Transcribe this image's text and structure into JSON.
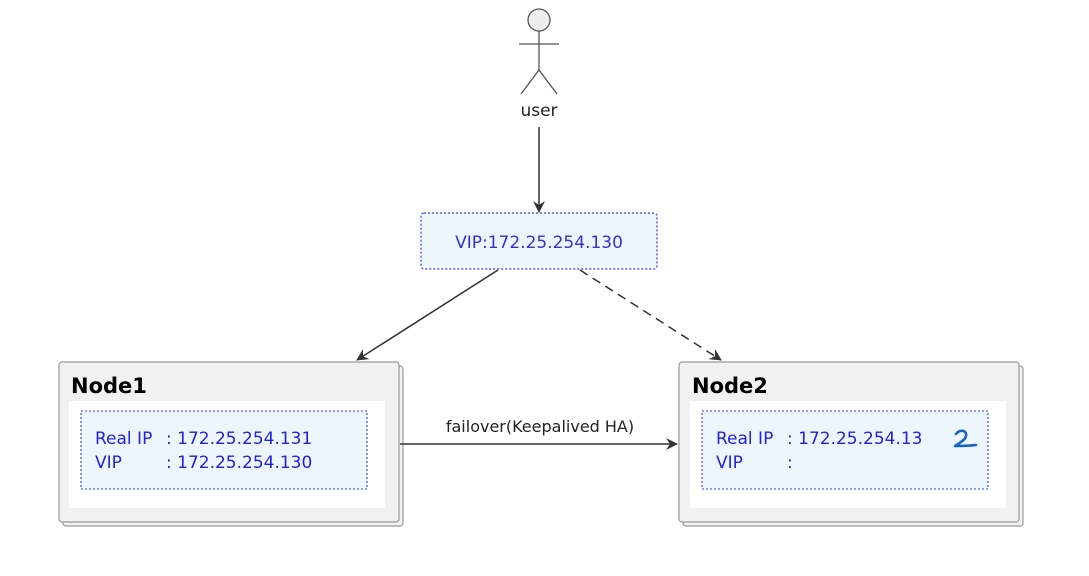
{
  "actor": {
    "label": "user"
  },
  "vip_box": {
    "label": "VIP:172.25.254.130"
  },
  "node1": {
    "title": "Node1",
    "real_ip_label": "Real IP",
    "real_ip_value": ": 172.25.254.131",
    "vip_label": "VIP",
    "vip_value": ": 172.25.254.130"
  },
  "node2": {
    "title": "Node2",
    "real_ip_label": "Real IP",
    "real_ip_value": ": 172.25.254.13",
    "vip_label": "VIP",
    "vip_value": ":"
  },
  "edges": {
    "failover_label": "failover(Keepalived HA)"
  },
  "colors": {
    "node_fill": "#f1f1f1",
    "node_stroke": "#999999",
    "inner_box_fill": "#eef6fd",
    "inner_box_stroke": "#3b3bdd",
    "ip_text": "#2222dd",
    "arrow": "#333333",
    "scribble": "#1565c0"
  }
}
